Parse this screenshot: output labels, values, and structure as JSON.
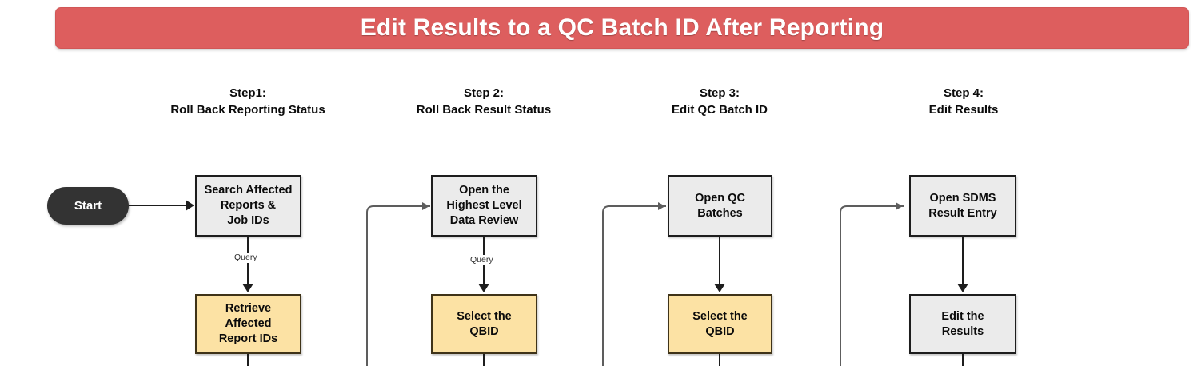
{
  "banner": {
    "title": "Edit Results to a QC Batch ID After Reporting",
    "color": "#dd5e5e",
    "text_color": "#ffffff"
  },
  "colors": {
    "banner": "#dd5e5e",
    "process_fill": "#ebebeb",
    "highlight_fill": "#fce2a4",
    "start_fill": "#333333",
    "stroke": "#1d1d1d",
    "loopback_stroke": "#5d5d5d",
    "page_background": "#ffffff"
  },
  "steps": [
    {
      "id": "step-1",
      "number": "Step1:",
      "name": "Roll Back Reporting Status"
    },
    {
      "id": "step-2",
      "number": "Step 2:",
      "name": "Roll Back Result Status"
    },
    {
      "id": "step-3",
      "number": "Step 3:",
      "name": "Edit QC Batch ID"
    },
    {
      "id": "step-4",
      "number": "Step 4:",
      "name": "Edit Results"
    }
  ],
  "nodes": {
    "start": {
      "label": "Start",
      "shape": "stadium",
      "fill": "#333333"
    },
    "search_reports": {
      "line1": "Search Affected",
      "line2": "Reports &",
      "line3": "Job IDs",
      "shape": "rect",
      "fill": "#ebebeb"
    },
    "retrieve_report_ids": {
      "line1": "Retrieve",
      "line2": "Affected",
      "line3": "Report IDs",
      "shape": "rect",
      "fill": "#fce2a4"
    },
    "open_data_review": {
      "line1": "Open the",
      "line2": "Highest Level",
      "line3": "Data Review",
      "shape": "rect",
      "fill": "#ebebeb"
    },
    "select_qbid_2": {
      "line1": "Select the",
      "line2": "QBID",
      "shape": "rect",
      "fill": "#fce2a4"
    },
    "open_qc_batches": {
      "line1": "Open QC",
      "line2": "Batches",
      "shape": "rect",
      "fill": "#ebebeb"
    },
    "select_qbid_3": {
      "line1": "Select the",
      "line2": "QBID",
      "shape": "rect",
      "fill": "#fce2a4"
    },
    "open_sdms_result_entry": {
      "line1": "Open SDMS",
      "line2": "Result Entry",
      "shape": "rect",
      "fill": "#ebebeb"
    },
    "edit_results": {
      "line1": "Edit the",
      "line2": "Results",
      "shape": "rect",
      "fill": "#ebebeb"
    }
  },
  "edge_labels": {
    "query_1": "Query",
    "query_2": "Query"
  }
}
